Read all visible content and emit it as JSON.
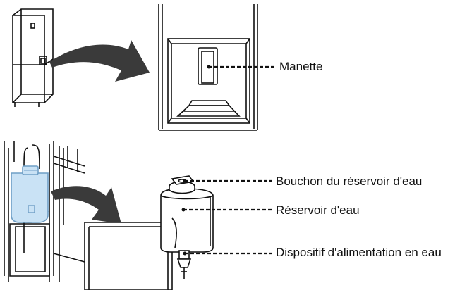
{
  "labels": {
    "handle": "Manette",
    "tank_cap": "Bouchon du réservoir d'eau",
    "water_tank": "Réservoir d'eau",
    "water_feeder": "Dispositif d'alimentation en eau"
  },
  "colors": {
    "line": "#111111",
    "arrow_fill": "#3a3a3a",
    "tank_fill": "#c9e2f5",
    "tank_stroke": "#6f9fc6",
    "background": "#ffffff"
  }
}
